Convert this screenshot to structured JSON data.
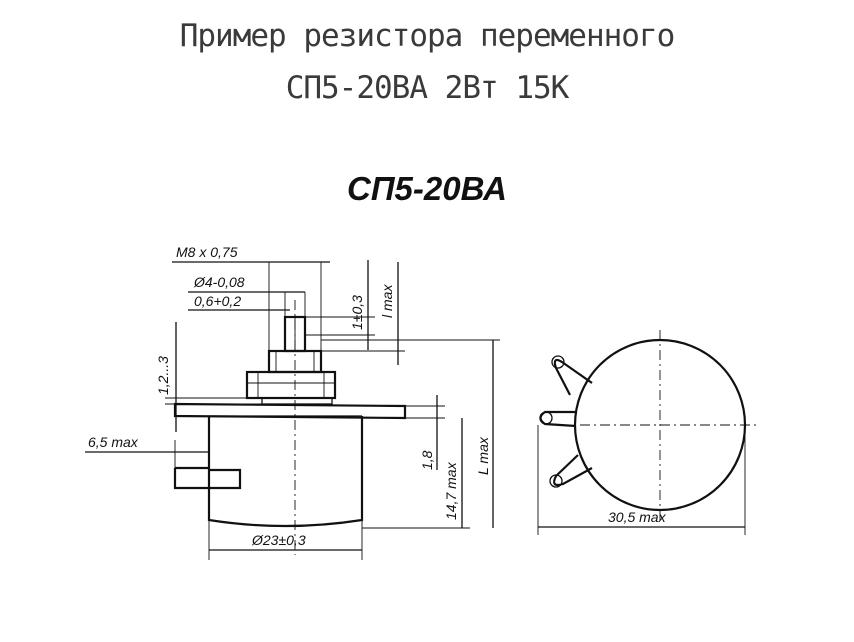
{
  "title": {
    "line1": "Пример резистора переменного",
    "line2": "СП5-20ВА 2Вт 15К"
  },
  "drawing": {
    "model_label": "СП5-20ВА",
    "dimensions": {
      "thread": "M8 x 0,75",
      "shaft_dia": "Ø4-0,08",
      "shaft_gap": "0,6+0,2",
      "knob_height": "1±0,3",
      "l_max": "l max",
      "washer": "1,2...3",
      "terminal_len": "6,5 max",
      "flange": "1,8",
      "body_height": "14,7 max",
      "total_len": "L max",
      "body_dia": "Ø23±0,3",
      "width": "30,5 max"
    }
  }
}
